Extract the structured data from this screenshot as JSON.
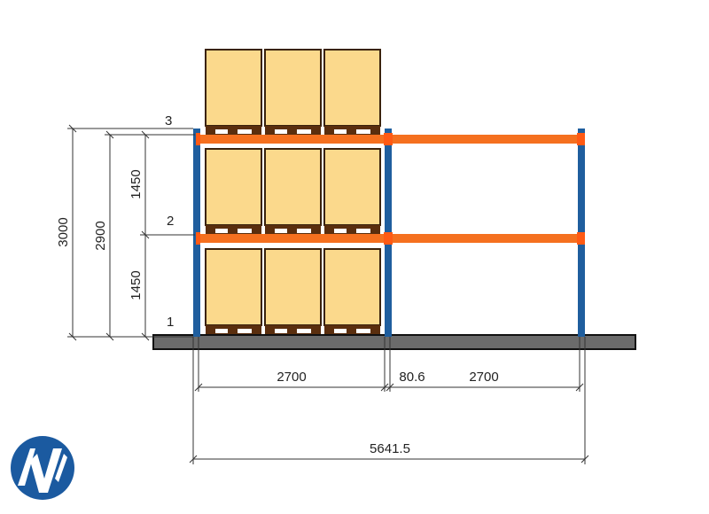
{
  "levels": [
    "1",
    "2",
    "3"
  ],
  "vertical_dimensions": {
    "total_height": "3000",
    "top_beam_height": "2900",
    "level_1_to_2": "1450",
    "level_2_to_3": "1450"
  },
  "horizontal_dimensions": {
    "bay_1_width": "2700",
    "upright_gap": "80.6",
    "bay_2_width": "2700",
    "overall_length": "5641.5"
  },
  "colors": {
    "upright": "#1f5e9e",
    "beam": "#f5701f",
    "load": "#fbd98c",
    "pallet": "#5a2e0e",
    "floor": "#6b6b6b",
    "logo": "#1b5aa0"
  },
  "logo": {
    "icon": "company-logo-icon"
  }
}
